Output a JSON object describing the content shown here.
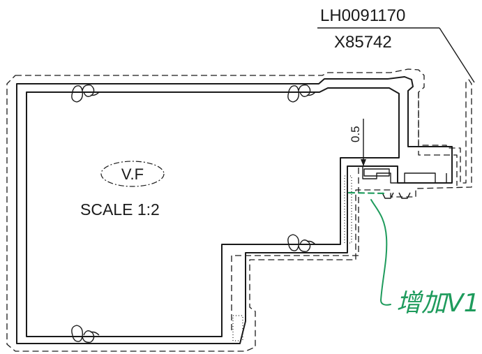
{
  "part_number": "LH0091170",
  "reference_number": "X85742",
  "view_label": "V.F",
  "scale_text": "SCALE 1:2",
  "dimension_value": "0.5",
  "handwritten_note": "增加V1",
  "colors": {
    "ink": "#1a1a1a",
    "annotation_green": "#1e9b5c",
    "paper": "#ffffff"
  }
}
